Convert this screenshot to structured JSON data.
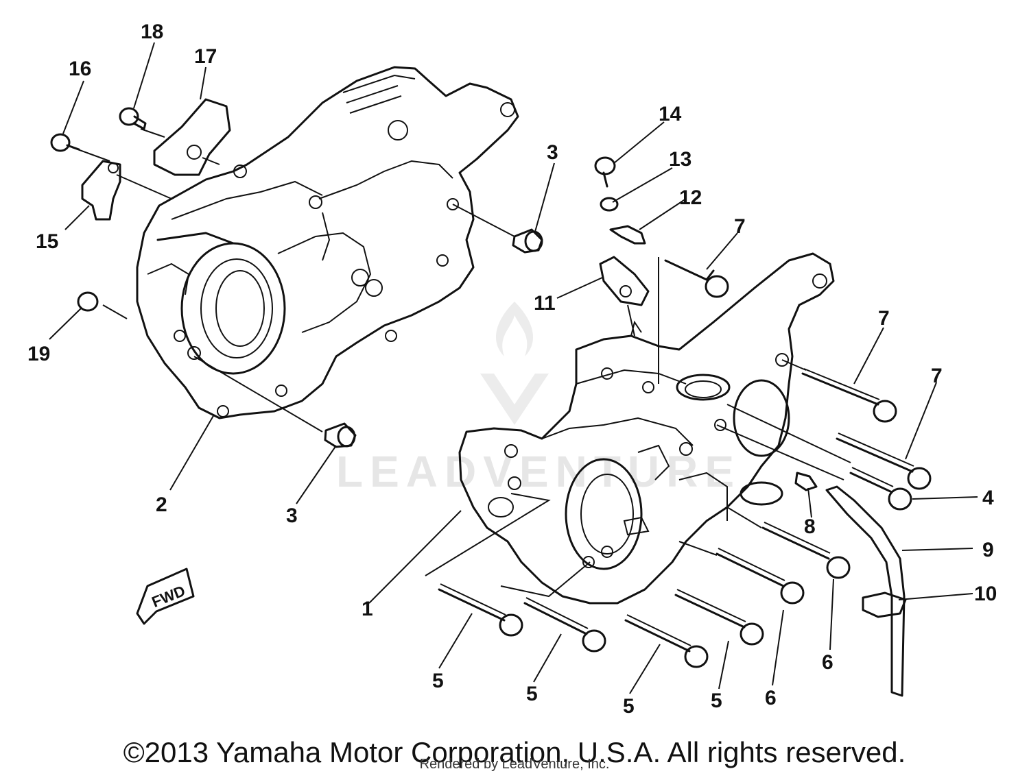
{
  "parts": [
    {
      "id": "part-1",
      "label": "1"
    },
    {
      "id": "part-2",
      "label": "2"
    },
    {
      "id": "part-3a",
      "label": "3"
    },
    {
      "id": "part-3b",
      "label": "3"
    },
    {
      "id": "part-4",
      "label": "4"
    },
    {
      "id": "part-5a",
      "label": "5"
    },
    {
      "id": "part-5b",
      "label": "5"
    },
    {
      "id": "part-5c",
      "label": "5"
    },
    {
      "id": "part-5d",
      "label": "5"
    },
    {
      "id": "part-6a",
      "label": "6"
    },
    {
      "id": "part-6b",
      "label": "6"
    },
    {
      "id": "part-7a",
      "label": "7"
    },
    {
      "id": "part-7b",
      "label": "7"
    },
    {
      "id": "part-7c",
      "label": "7"
    },
    {
      "id": "part-8",
      "label": "8"
    },
    {
      "id": "part-9",
      "label": "9"
    },
    {
      "id": "part-10",
      "label": "10"
    },
    {
      "id": "part-11",
      "label": "11"
    },
    {
      "id": "part-12",
      "label": "12"
    },
    {
      "id": "part-13",
      "label": "13"
    },
    {
      "id": "part-14",
      "label": "14"
    },
    {
      "id": "part-15",
      "label": "15"
    },
    {
      "id": "part-16",
      "label": "16"
    },
    {
      "id": "part-17",
      "label": "17"
    },
    {
      "id": "part-18",
      "label": "18"
    },
    {
      "id": "part-19",
      "label": "19"
    }
  ],
  "fwd_label": "FWD",
  "watermark": "LEADVENTURE",
  "copyright": "©2013 Yamaha Motor Corporation, U.S.A. All rights reserved.",
  "rendered_by": "Rendered by LeadVenture, Inc."
}
